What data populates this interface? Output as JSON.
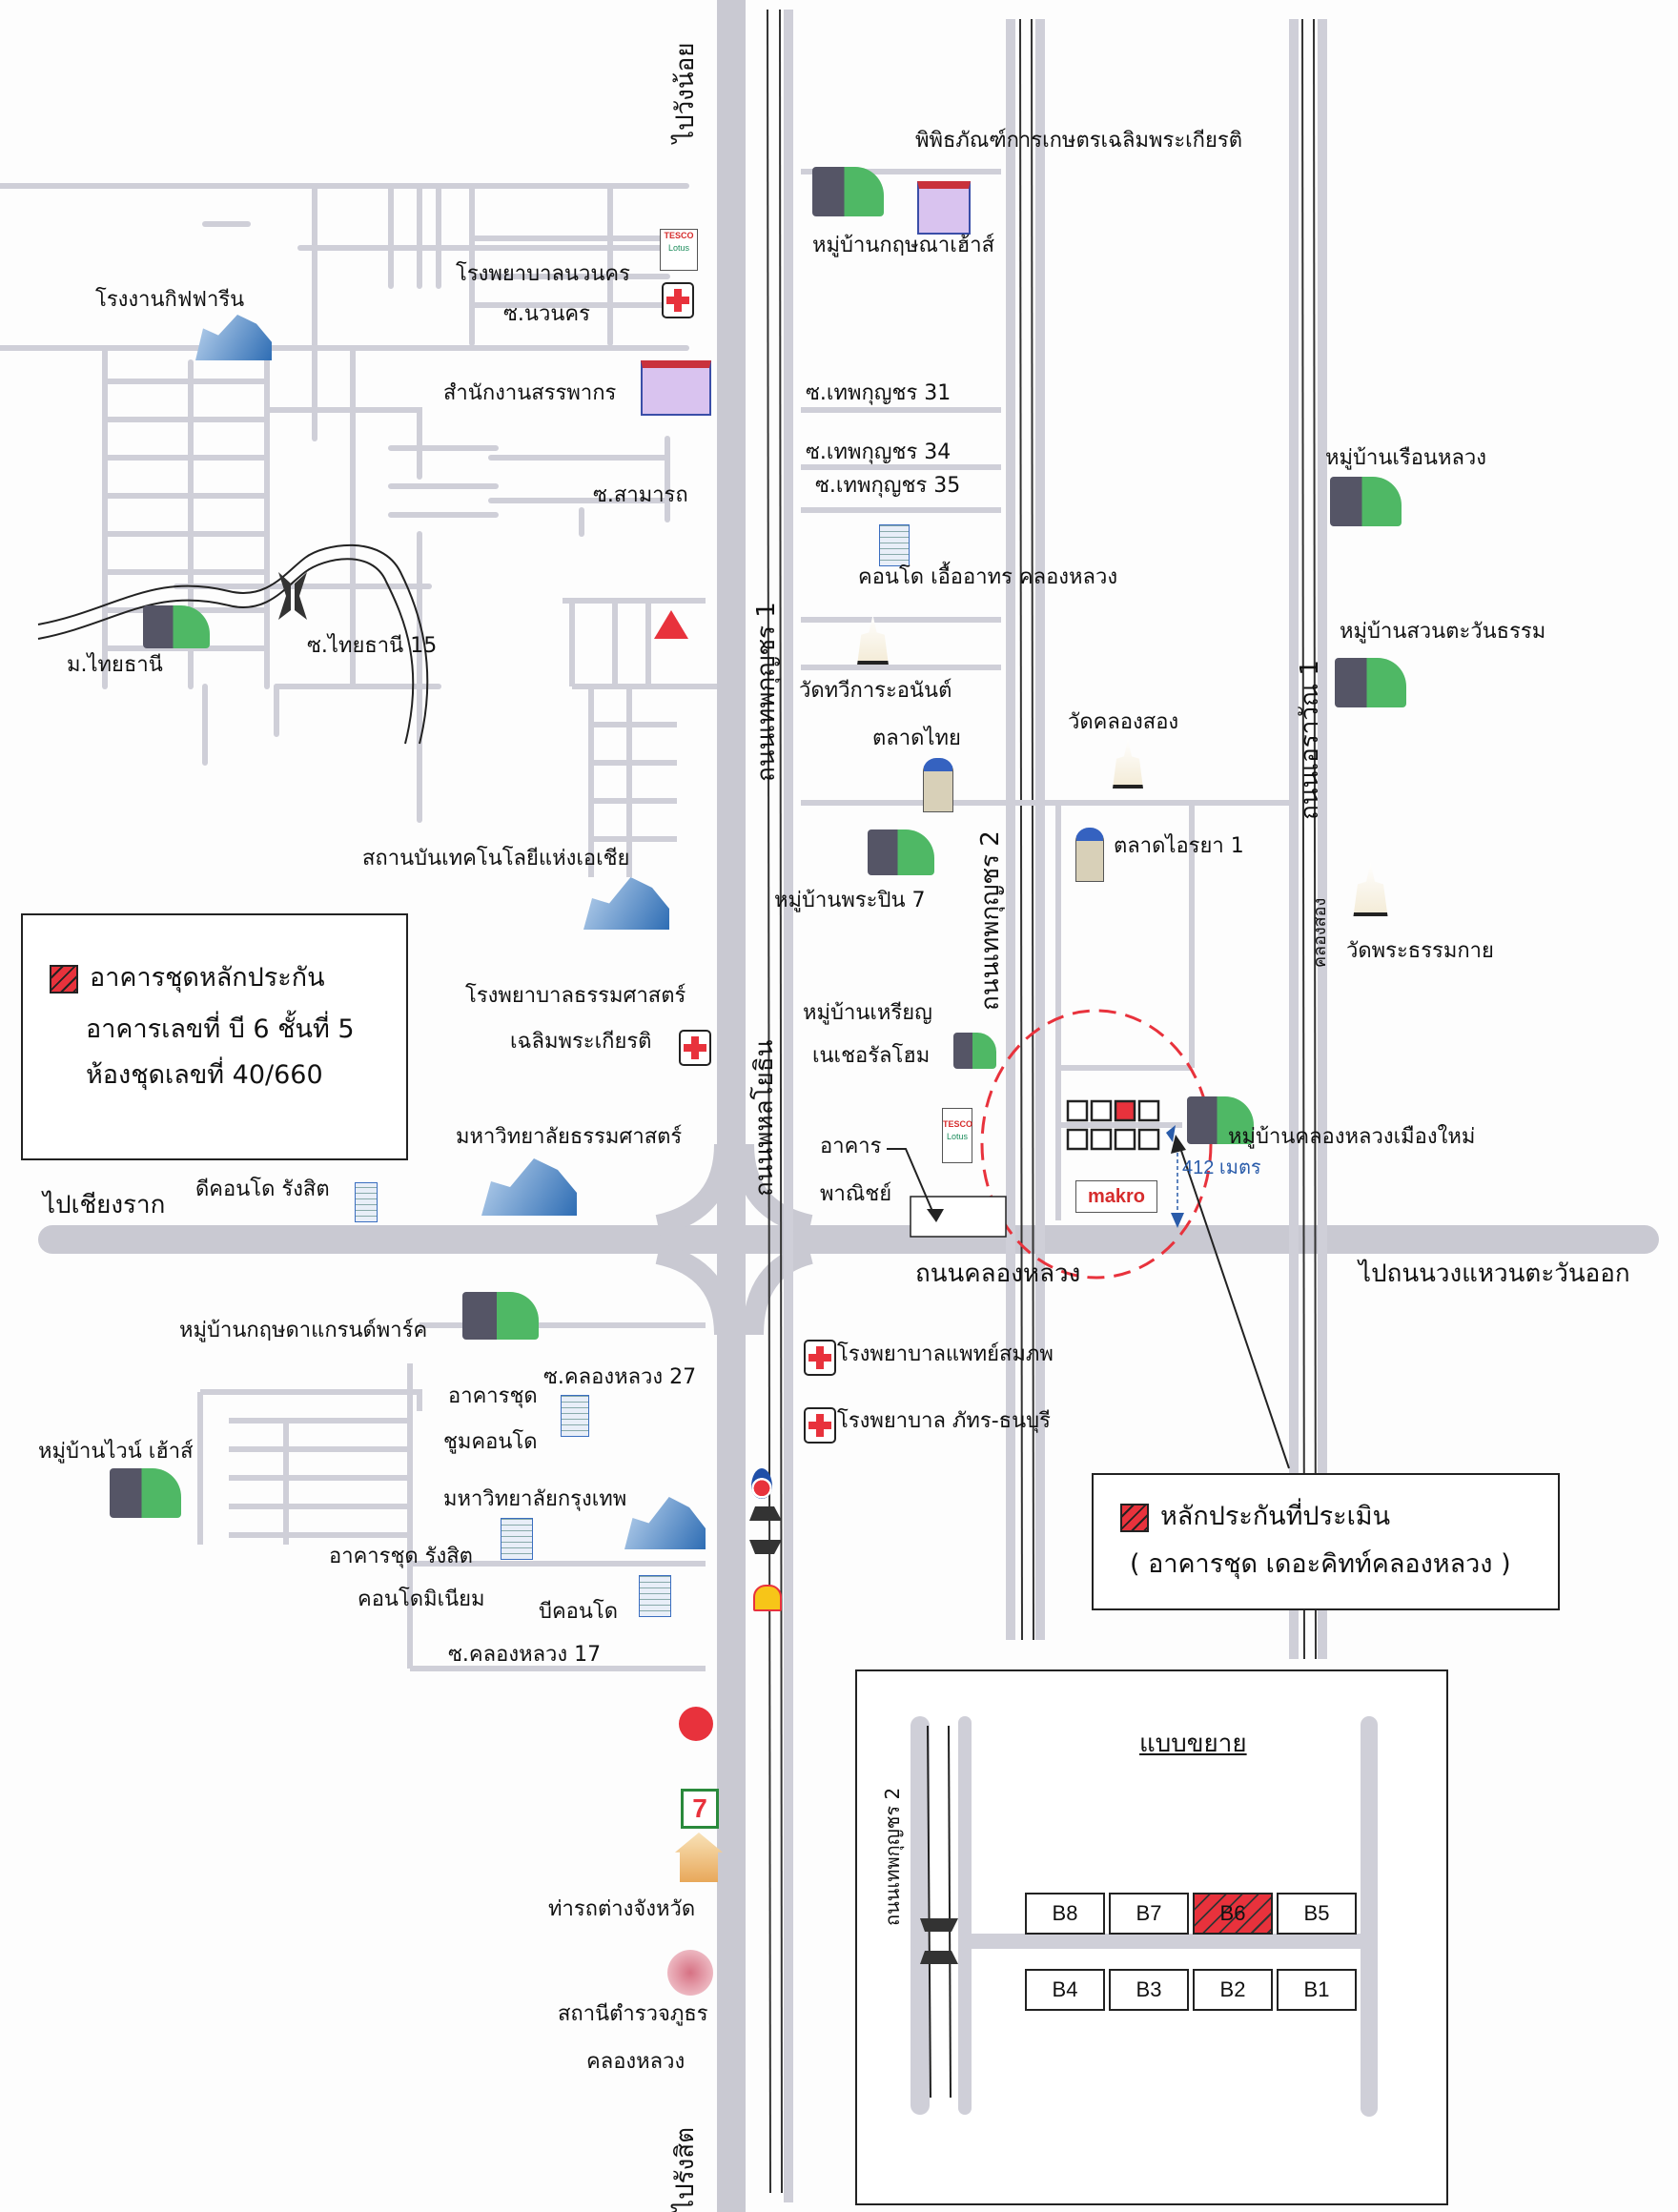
{
  "directions": {
    "north": "ไปวังน้อย",
    "south": "ไปรังสิต",
    "west": "ไปเชียงราก",
    "east": "ไปถนนวงแหวนตะวันออก"
  },
  "roads": {
    "phahonyothin": "ถนนพหลโยธิน",
    "thepkunchon1": "ถนนเทพกุญชร 1",
    "thepkunchon2": "ถนนเทพกุญชร 2",
    "erawan1": "ถนนเอราวัณ 1",
    "khlong_luang": "ถนนคลองหลวง",
    "canal": "คลองสอง"
  },
  "sois": {
    "nawanakorn": "ซ.นวนคร",
    "samart": "ซ.สามารถ",
    "thaithani15": "ซ.ไทยธานี 15",
    "thep31": "ซ.เทพกุญชร 31",
    "thep34": "ซ.เทพกุญชร 34",
    "thep35": "ซ.เทพกุญชร 35",
    "khlongluang27": "ซ.คลองหลวง 27",
    "khlongluang17": "ซ.คลองหลวง 17"
  },
  "places": {
    "giffarine": "โรงงานกิฟฟารีน",
    "nawanakorn_hospital": "โรงพยาบาลนวนคร",
    "revenue_office": "สำนักงานสรรพากร",
    "thaithani_village": "ม.ไทยธานี",
    "ait": "สถานบันเทคโนโลยีแห่งเอเชีย",
    "thammasat_hospital_1": "โรงพยาบาลธรรมศาสตร์",
    "thammasat_hospital_2": "เฉลิมพระเกียรติ",
    "thammasat_university": "มหาวิทยาลัยธรรมศาสตร์",
    "dcondo": "ดีคอนโด รังสิต",
    "museum": "พิพิธภัณฑ์การเกษตรเฉลิมพระเกียรติ",
    "kritsana_house": "หมู่บ้านกฤษณาเฮ้าส์",
    "ua_condo": "คอนโด เอื้ออาทร คลองหลวง",
    "wat_thawi": "วัดทวีการะอนันต์",
    "talad_thai": "ตลาดไทย",
    "wat_khlong_song": "วัดคลองสอง",
    "talad_aiya": "ตลาดไอรยา 1",
    "praphin7": "หมู่บ้านพระปิน 7",
    "rian_1": "หมู่บ้านเหรียญ",
    "rian_2": "เนเชอรัลโฮม",
    "commercial_1": "อาคาร",
    "commercial_2": "พาณิชย์",
    "ruean_luang": "หมู่บ้านเรือนหลวง",
    "suan_tawan": "หมู่บ้านสวนตะวันธรรม",
    "wat_dhamma": "วัดพระธรรมกาย",
    "khlongluang_muangmai": "หมู่บ้านคลองหลวงเมืองใหม่",
    "kritsada_grand": "หมู่บ้านกฤษดาแกรนด์พาร์ค",
    "wine_house": "หมู่บ้านไวน์ เฮ้าส์",
    "zoom_condo_1": "อาคารชุด",
    "zoom_condo_2": "ชูมคอนโด",
    "bu": "มหาวิทยาลัยกรุงเทพ",
    "rangsit_condo_1": "อาคารชุด รังสิต",
    "rangsit_condo_2": "คอนโดมิเนียม",
    "bcondo": "บีคอนโด",
    "phaet_hospital": "โรงพยาบาลแพทย์สมภพ",
    "phat_hospital": "โรงพยาบาล ภัทร-ธนบุรี",
    "bus_terminal": "ท่ารถต่างจังหวัด",
    "police_1": "สถานีตำรวจภูธร",
    "police_2": "คลองหลวง"
  },
  "brands": {
    "tesco_1": "TESCO",
    "tesco_2": "Lotus",
    "makro": "makro",
    "seven": "7"
  },
  "distance": "412 เมตร",
  "legend_left": {
    "line1": "อาคารชุดหลักประกัน",
    "line2": "อาคารเลขที่ บี 6 ชั้นที่ 5",
    "line3": "ห้องชุดเลขที่ 40/660"
  },
  "legend_right": {
    "line1": "หลักประกันที่ประเมิน",
    "line2": "( อาคารชุด เดอะคิทท์คลองหลวง )"
  },
  "inset": {
    "title": "แบบขยาย",
    "road": "ถนนเทพกุญชร 2",
    "top_row": [
      "B8",
      "B7",
      "B6",
      "B5"
    ],
    "bottom_row": [
      "B4",
      "B3",
      "B2",
      "B1"
    ],
    "selected": "B6"
  },
  "colors": {
    "road": "#c9c9d2",
    "highlight": "#e8323c",
    "circle": "#e8323c",
    "distance": "#2a5caa"
  }
}
